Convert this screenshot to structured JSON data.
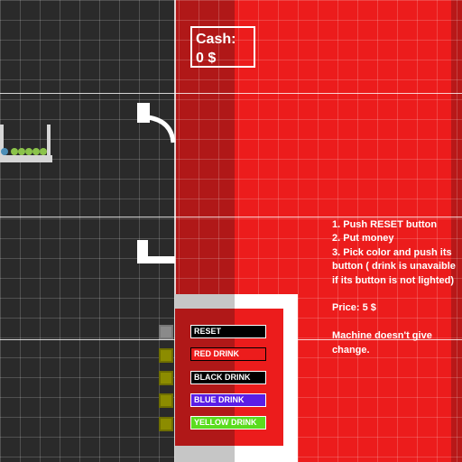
{
  "cash": {
    "label": "Cash:",
    "amount": "0 $"
  },
  "instructions": {
    "text": "1. Push RESET button\n2. Put money\n3. Pick color and push its button ( drink is unavaible if its button is not lighted)\n\nPrice: 5 $\n\nMachine doesn't give change."
  },
  "buttons": [
    {
      "label": "RESET",
      "bg": "#000000",
      "border": "#ffffff"
    },
    {
      "label": "RED DRINK",
      "bg": "#ec1c1c",
      "border": "#000000"
    },
    {
      "label": "BLACK DRINK",
      "bg": "#000000",
      "border": "#ffffff"
    },
    {
      "label": "BLUE DRINK",
      "bg": "#5a1ee6",
      "border": "#ffffff"
    },
    {
      "label": "YELLOW DRINK",
      "bg": "#5adc1e",
      "border": "#ffffff"
    }
  ],
  "colors": {
    "machine_red": "#ec1c1c",
    "machine_dark_red": "#b01818",
    "background": "#2a2a2a",
    "ball_green": "#8bc34a",
    "ball_blue": "#4d8fb8"
  }
}
